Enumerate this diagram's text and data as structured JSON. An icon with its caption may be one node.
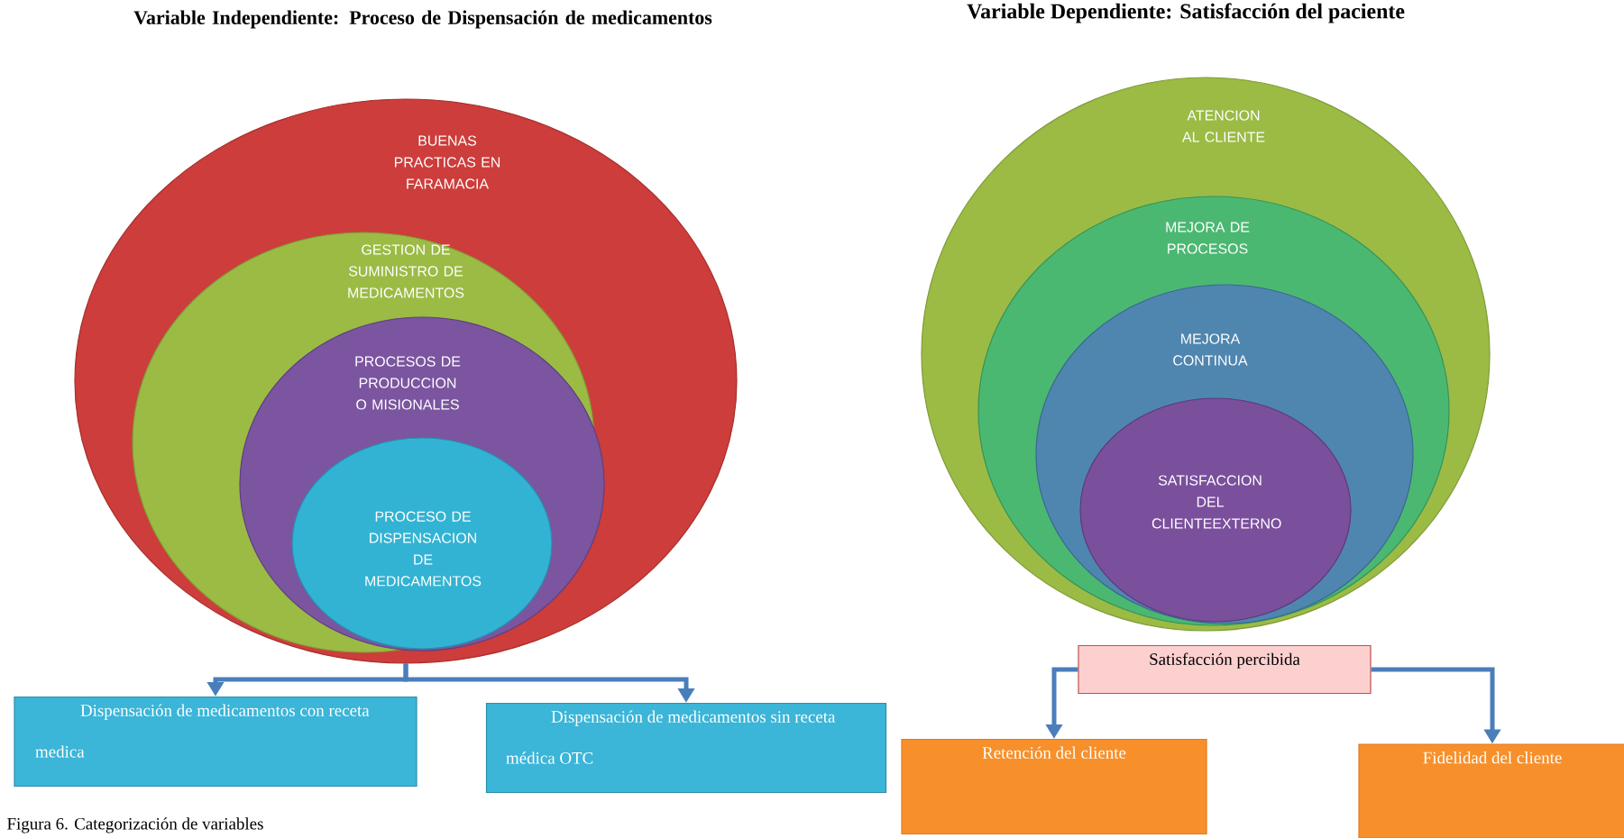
{
  "diagram": {
    "title": "Variable Independiente: Proceso de Dispensación de medicamentos",
    "caption": "Figura 6. Categorización de variables",
    "nodes": [
      {
        "text": [
          "BUENAS PRACTICAS EN FARAMACIA"
        ]
      },
      {
        "text": [
          "GESTION DE SUMINISTRO DE MEDICAMENTOS"
        ],
        "in": 0
      },
      {
        "text": [
          "PROCESOS DE PRODUCCION O MISIONALES"
        ],
        "in": 1
      },
      {
        "text": [
          "PROCESO DE DISPENSACION DE MEDICAMENTOS"
        ],
        "in": 2
      },
      {
        "text": [
          "Dispensación de medicamentos con receta medica"
        ]
      },
      {
        "text": [
          "Dispensación de medicamentos sin receta médica OTC"
        ]
      },
      {
        "text": [
          "ATENCION AL CLIENTE"
        ]
      },
      {
        "text": [
          "MEJORA DE PROCESOS"
        ],
        "in": 6
      },
      {
        "text": [
          "MEJORA CONTINUA"
        ],
        "in": 7
      },
      {
        "text": [
          "SATISFACCION DEL CLIENTEEXTERNO"
        ],
        "in": 8
      },
      {
        "text": [
          "Satisfacción percibida"
        ]
      },
      {
        "text": [
          "Retención del cliente"
        ]
      },
      {
        "text": [
          "Fidelidad del cliente"
        ]
      }
    ],
    "edges": [
      {
        "from": 0,
        "to": 4,
        "arrow": "to"
      },
      {
        "from": 0,
        "to": 5,
        "arrow": "to"
      },
      {
        "from": 10,
        "to": 11,
        "arrow": "to"
      },
      {
        "from": 10,
        "to": 12,
        "arrow": "to"
      }
    ],
    "labels": [
      "Variable Dependiente: Satisfacción del paciente"
    ]
  }
}
